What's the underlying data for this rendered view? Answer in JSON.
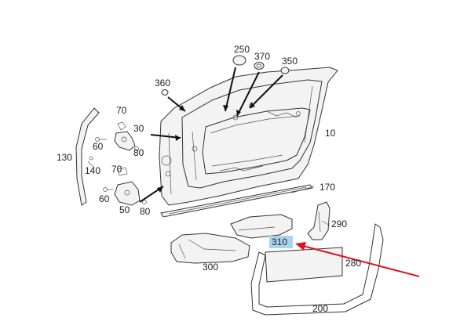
{
  "diagram": {
    "highlight_color": "#a8d4ee",
    "pointer_color": "#e0141e",
    "highlighted_part": "310",
    "part_labels": {
      "p10": "10",
      "p30": "30",
      "p50": "50",
      "p60a": "60",
      "p60b": "60",
      "p70a": "70",
      "p70b": "70",
      "p80a": "80",
      "p80b": "80",
      "p130": "130",
      "p140": "140",
      "p170": "170",
      "p200": "200",
      "p250": "250",
      "p280": "280",
      "p290": "290",
      "p300": "300",
      "p310": "310",
      "p350": "350",
      "p360": "360",
      "p370": "370"
    }
  }
}
